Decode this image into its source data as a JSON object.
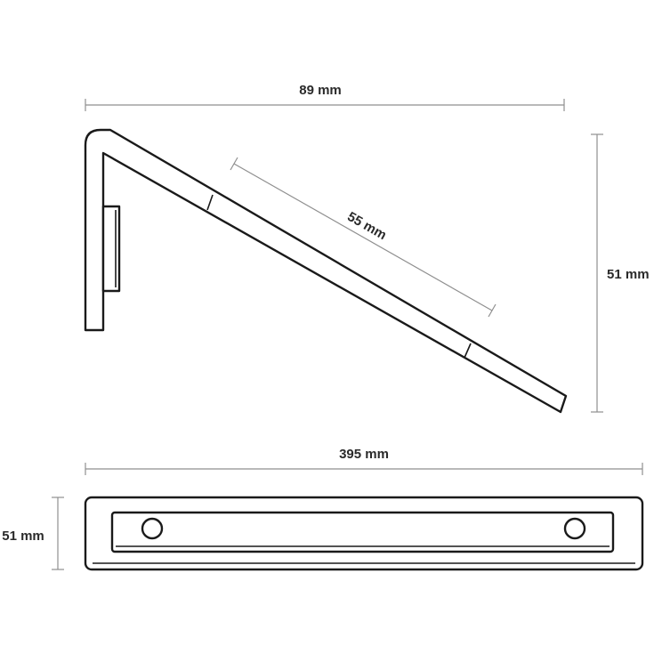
{
  "dimensions": {
    "side_width": "89 mm",
    "side_slope": "55 mm",
    "side_height": "51 mm",
    "front_width": "395 mm",
    "front_height": "51 mm"
  },
  "colors": {
    "line": "#1a1a1a",
    "dimension": "#8f8f8f",
    "text": "#2a2a2a",
    "background": "#ffffff"
  }
}
